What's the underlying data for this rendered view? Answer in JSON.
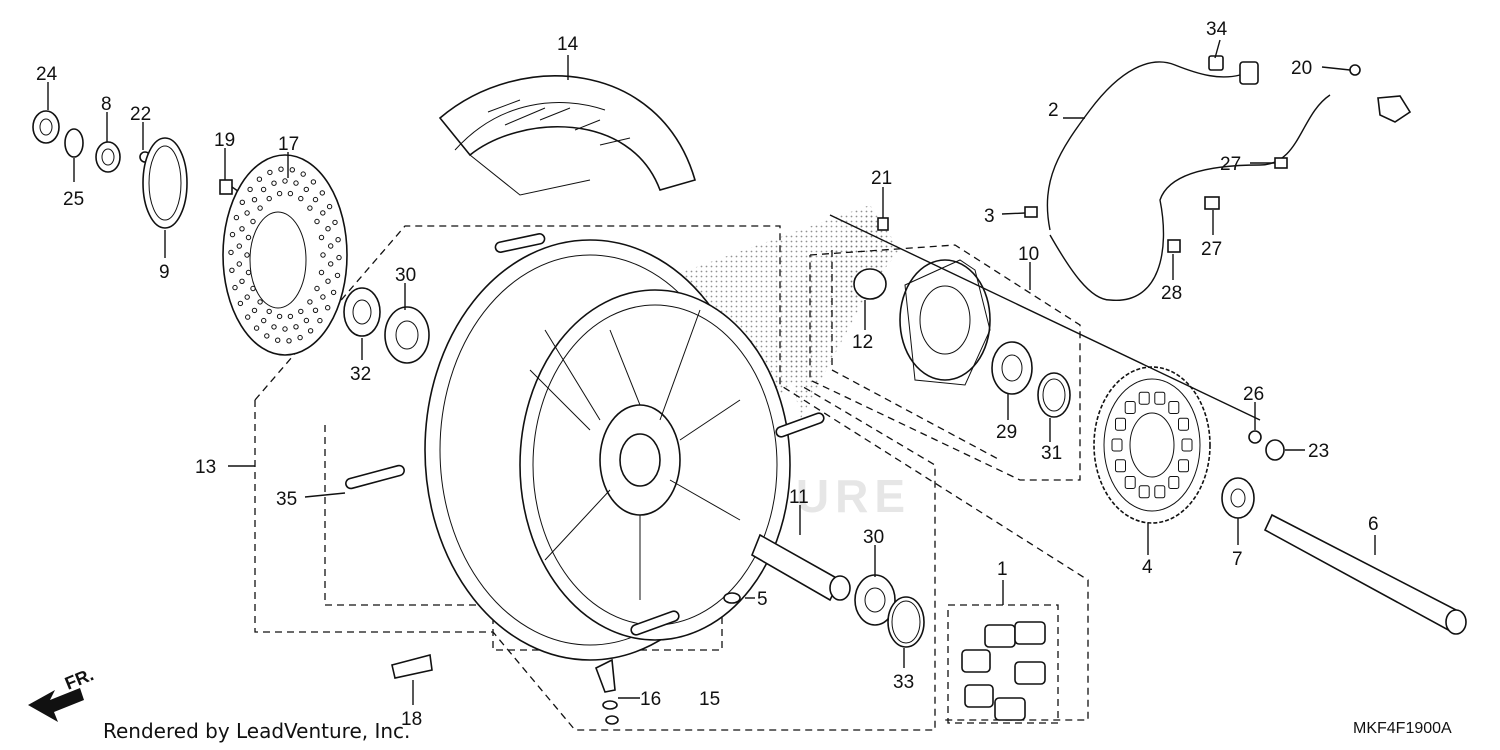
{
  "diagram": {
    "code": "MKF4F1900A",
    "credit": "Rendered by LeadVenture, Inc.",
    "watermark": "LEADVENTURE",
    "direction_label": "FR."
  },
  "callouts": {
    "c1": "1",
    "c2": "2",
    "c3": "3",
    "c4": "4",
    "c5": "5",
    "c6": "6",
    "c7": "7",
    "c8": "8",
    "c9": "9",
    "c10": "10",
    "c11": "11",
    "c12": "12",
    "c13": "13",
    "c14": "14",
    "c15": "15",
    "c16": "16",
    "c17": "17",
    "c18": "18",
    "c19": "19",
    "c20": "20",
    "c21": "21",
    "c22": "22",
    "c23": "23",
    "c24": "24",
    "c25": "25",
    "c26": "26",
    "c27a": "27",
    "c27b": "27",
    "c28": "28",
    "c29": "29",
    "c30a": "30",
    "c30b": "30",
    "c31": "31",
    "c32": "32",
    "c33": "33",
    "c34": "34",
    "c35": "35"
  }
}
